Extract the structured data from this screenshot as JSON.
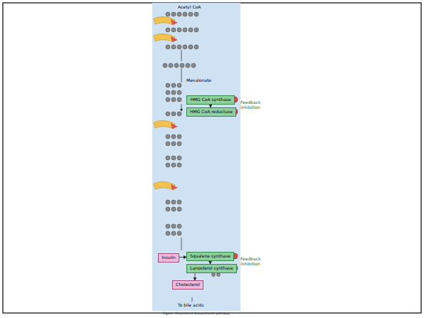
{
  "diagram": {
    "caption": "Figure: Cholesterol biosynthesis pathway",
    "nodes": [
      {
        "text": [
          "HMG CoA synthase"
        ]
      },
      {
        "text": [
          "HMG CoA reductase"
        ]
      },
      {
        "text": [
          "Insulin"
        ]
      },
      {
        "text": [
          "Squalene synthase"
        ]
      },
      {
        "text": [
          "Lanosterol synthase"
        ]
      },
      {
        "text": [
          "Cholesterol"
        ]
      }
    ],
    "edges": [
      {
        "from": 0,
        "to": 1,
        "arrow": "to"
      },
      {
        "from": 2,
        "to": 3,
        "arrow": "to"
      },
      {
        "from": 3,
        "to": 4,
        "arrow": "to"
      },
      {
        "from": 4,
        "to": 5,
        "arrow": "to"
      }
    ],
    "labels": [
      "Acetyl CoA",
      "Feedback inhibition",
      "Mevalonate",
      "Feedback inhibition",
      "To bile acids"
    ]
  }
}
